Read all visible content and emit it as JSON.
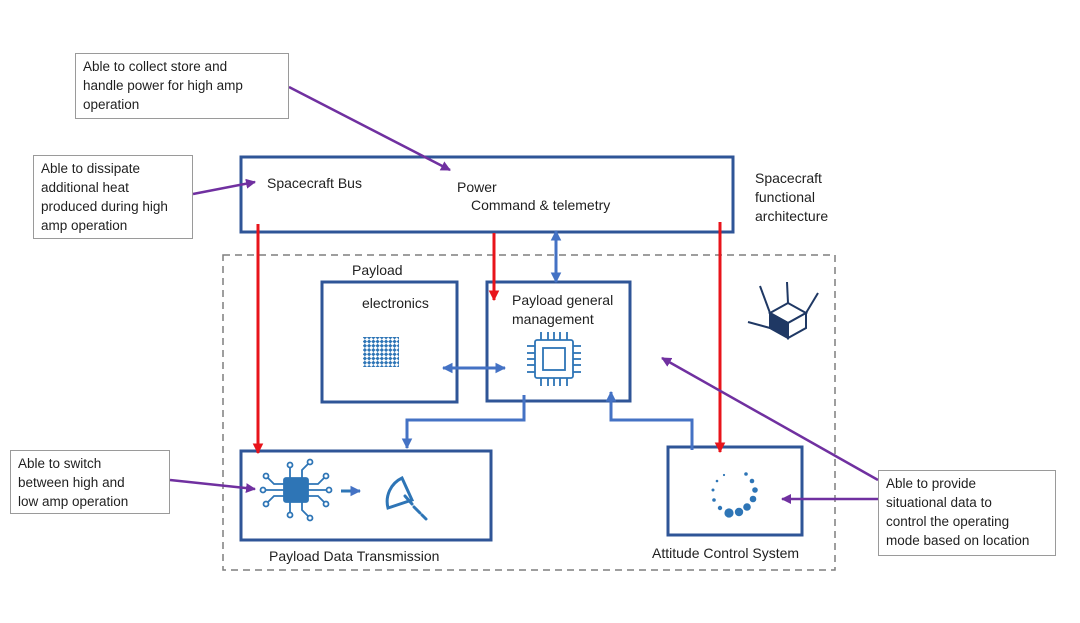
{
  "colors": {
    "box_border": "#2f5597",
    "power_arrow": "#e8141b",
    "link_arrow": "#4472c4",
    "note_arrow": "#7030a0",
    "dashed_border": "#7f7f7f",
    "icon_blue": "#2e75b6"
  },
  "bus": {
    "title": "Spacecraft Bus",
    "power": "Power",
    "command": "Command & telemetry"
  },
  "architecture_label": "Spacecraft\nfunctional\narchitecture",
  "payload": {
    "title": "Payload",
    "electronics": "electronics",
    "management": "Payload general\nmanagement",
    "data_transmission": "Payload Data Transmission",
    "attitude_control": "Attitude Control System"
  },
  "notes": {
    "power_note": "Able to collect store and\nhandle power for high amp\noperation",
    "heat_note": "Able to dissipate\nadditional heat\nproduced during high\namp operation",
    "switch_note": "Able to switch\nbetween high and\nlow amp operation",
    "situational_note": "Able to provide\nsituational data to\ncontrol the operating\nmode based on location"
  },
  "icons": {
    "electronics": "checkerboard-chip-icon",
    "management": "microchip-icon",
    "circuit": "circuit-chip-icon",
    "antenna": "satellite-dish-icon",
    "attitude": "loading-dots-icon",
    "cube": "cube-icon"
  }
}
